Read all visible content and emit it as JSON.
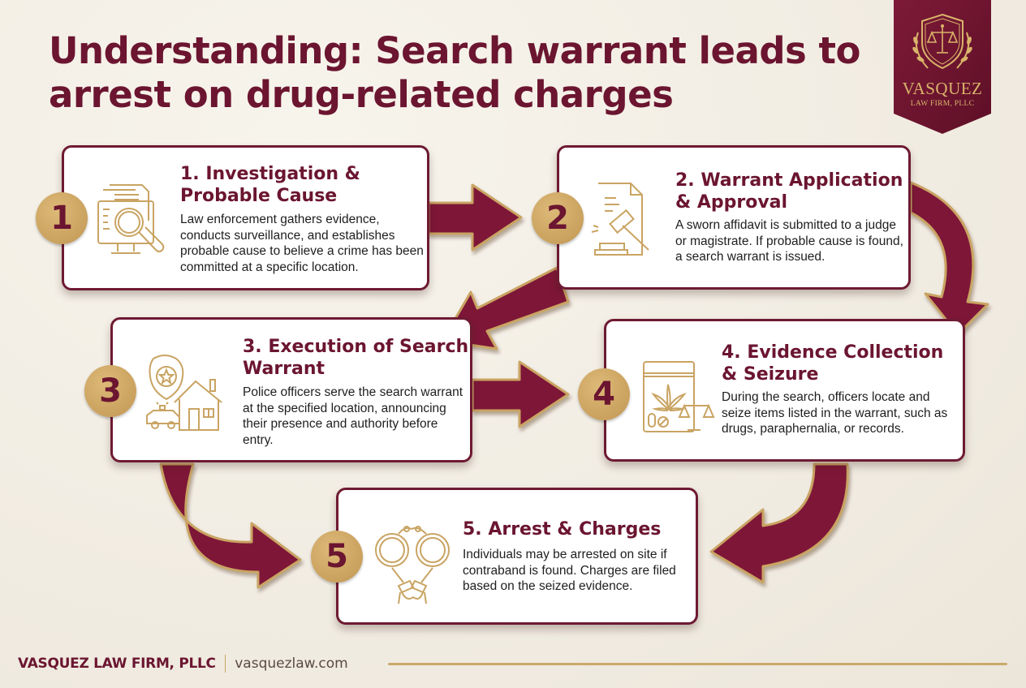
{
  "header": {
    "title": "Understanding: Search warrant leads to arrest on drug-related charges"
  },
  "logo": {
    "name": "VASQUEZ",
    "subtitle": "LAW FIRM, PLLC",
    "icon": "scales-of-justice-shield-icon"
  },
  "colors": {
    "maroon": "#6b1530",
    "arrow_fill": "#7e1838",
    "gold": "#c9a463",
    "background": "#f3efe6"
  },
  "steps": [
    {
      "number": "1",
      "title": "1. Investigation & Probable Cause",
      "description": "Law enforcement gathers evidence, conducts surveillance, and establishes probable cause to believe a crime has been committed at a specific location.",
      "icon": "document-magnifier-icon"
    },
    {
      "number": "2",
      "title": "2. Warrant Application & Approval",
      "description": "A sworn affidavit is submitted to a judge or magistrate. If probable cause is found, a search warrant is issued.",
      "icon": "gavel-document-icon"
    },
    {
      "number": "3",
      "title": "3. Execution of Search Warrant",
      "description": "Police officers serve the search warrant at the specified location, announcing their presence and authority before entry.",
      "icon": "badge-house-police-car-icon"
    },
    {
      "number": "4",
      "title": "4. Evidence Collection & Seizure",
      "description": "During the search, officers locate and seize items listed in the warrant, such as drugs, paraphernalia, or records.",
      "icon": "evidence-bag-cannabis-scales-icon"
    },
    {
      "number": "5",
      "title": "5. Arrest & Charges",
      "description": "Individuals may be arrested on site if contraband is found. Charges are filed based on the seized evidence.",
      "icon": "handcuffs-icon"
    }
  ],
  "footer": {
    "firm": "VASQUEZ LAW FIRM, PLLC",
    "website": "vasquezlaw.com"
  }
}
